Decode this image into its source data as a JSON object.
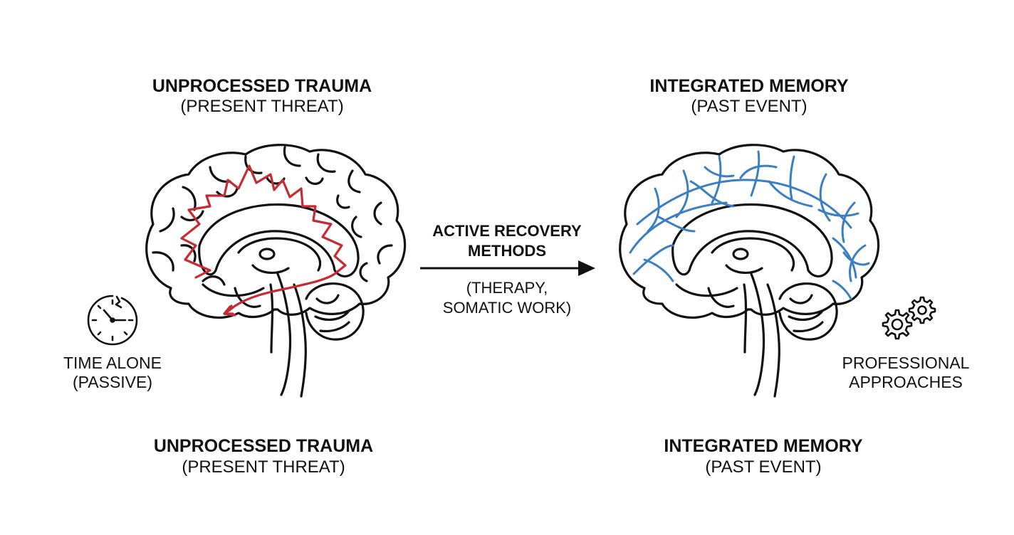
{
  "left": {
    "top_title": "UNPROCESSED TRAUMA",
    "top_subtitle": "(PRESENT THREAT)",
    "bottom_title": "UNPROCESSED TRAUMA",
    "bottom_subtitle": "(PRESENT THREAT)",
    "side_line1": "TIME ALONE",
    "side_line2": "(PASSIVE)",
    "side_icon": "broken-clock-icon",
    "pathway_color": "#c62b33"
  },
  "middle": {
    "title_line1": "ACTIVE RECOVERY",
    "title_line2": "METHODS",
    "sub_line1": "(THERAPY,",
    "sub_line2": "SOMATIC WORK)",
    "arrow_icon": "right-arrow-icon"
  },
  "right": {
    "top_title": "INTEGRATED MEMORY",
    "top_subtitle": "(PAST EVENT)",
    "bottom_title": "INTEGRATED MEMORY",
    "bottom_subtitle": "(PAST EVENT)",
    "side_line1": "PROFESSIONAL",
    "side_line2": "APPROACHES",
    "side_icon": "gears-icon",
    "network_color": "#3a7fc1"
  },
  "colors": {
    "outline": "#111111",
    "trauma_red": "#c62b33",
    "integrated_blue": "#3a7fc1"
  }
}
